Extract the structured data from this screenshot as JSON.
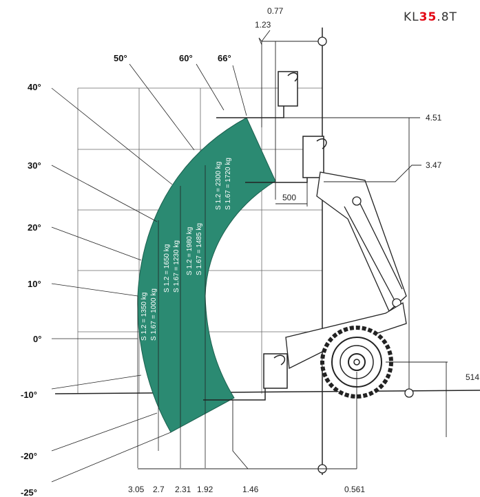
{
  "brand": {
    "prefix": "KL",
    "highlight": "35",
    "suffix": ".8T",
    "highlight_color": "#e30613"
  },
  "colors": {
    "envelope": "#2b8a72",
    "line": "#222222",
    "grid": "#666666"
  },
  "angles_left": [
    "40°",
    "30°",
    "20°",
    "10°",
    "0°",
    "-10°",
    "-20°",
    "-25°"
  ],
  "angles_top": [
    "50°",
    "60°",
    "66°"
  ],
  "top_dims": [
    "0.77",
    "1.23"
  ],
  "right_dims": [
    "4.51",
    "3.47",
    "514"
  ],
  "fork_length": "500",
  "bottom_dims": [
    "3.05",
    "2.7",
    "2.31",
    "1.92",
    "1.46",
    "0.561"
  ],
  "load_labels": [
    {
      "s12": "S 1.2 = 1350 kg",
      "s167": "S 1.67 = 1000 kg"
    },
    {
      "s12": "S 1.2 = 1650 kg",
      "s167": "S 1.67 = 1230 kg"
    },
    {
      "s12": "S 1.2 = 1980 kg",
      "s167": "S 1.67 = 1485 kg"
    },
    {
      "s12": "S 1.2 = 2300 kg",
      "s167": "S 1.67 = 1720 kg"
    }
  ]
}
